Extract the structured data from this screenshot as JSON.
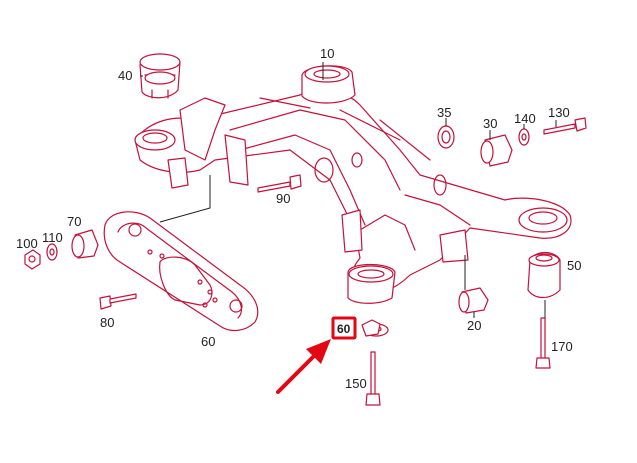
{
  "colors": {
    "line": "#c4123a",
    "highlight": "#e30613",
    "arrow": "#e30613",
    "text": "#222222",
    "background": "#ffffff"
  },
  "labels": {
    "p10": "10",
    "p20": "20",
    "p30": "30",
    "p35": "35",
    "p40": "40",
    "p50": "50",
    "p60": "60",
    "p70": "70",
    "p80": "80",
    "p90": "90",
    "p100": "100",
    "p110": "110",
    "p130": "130",
    "p140": "140",
    "p150": "150",
    "p170": "170",
    "highlighted": "60"
  }
}
